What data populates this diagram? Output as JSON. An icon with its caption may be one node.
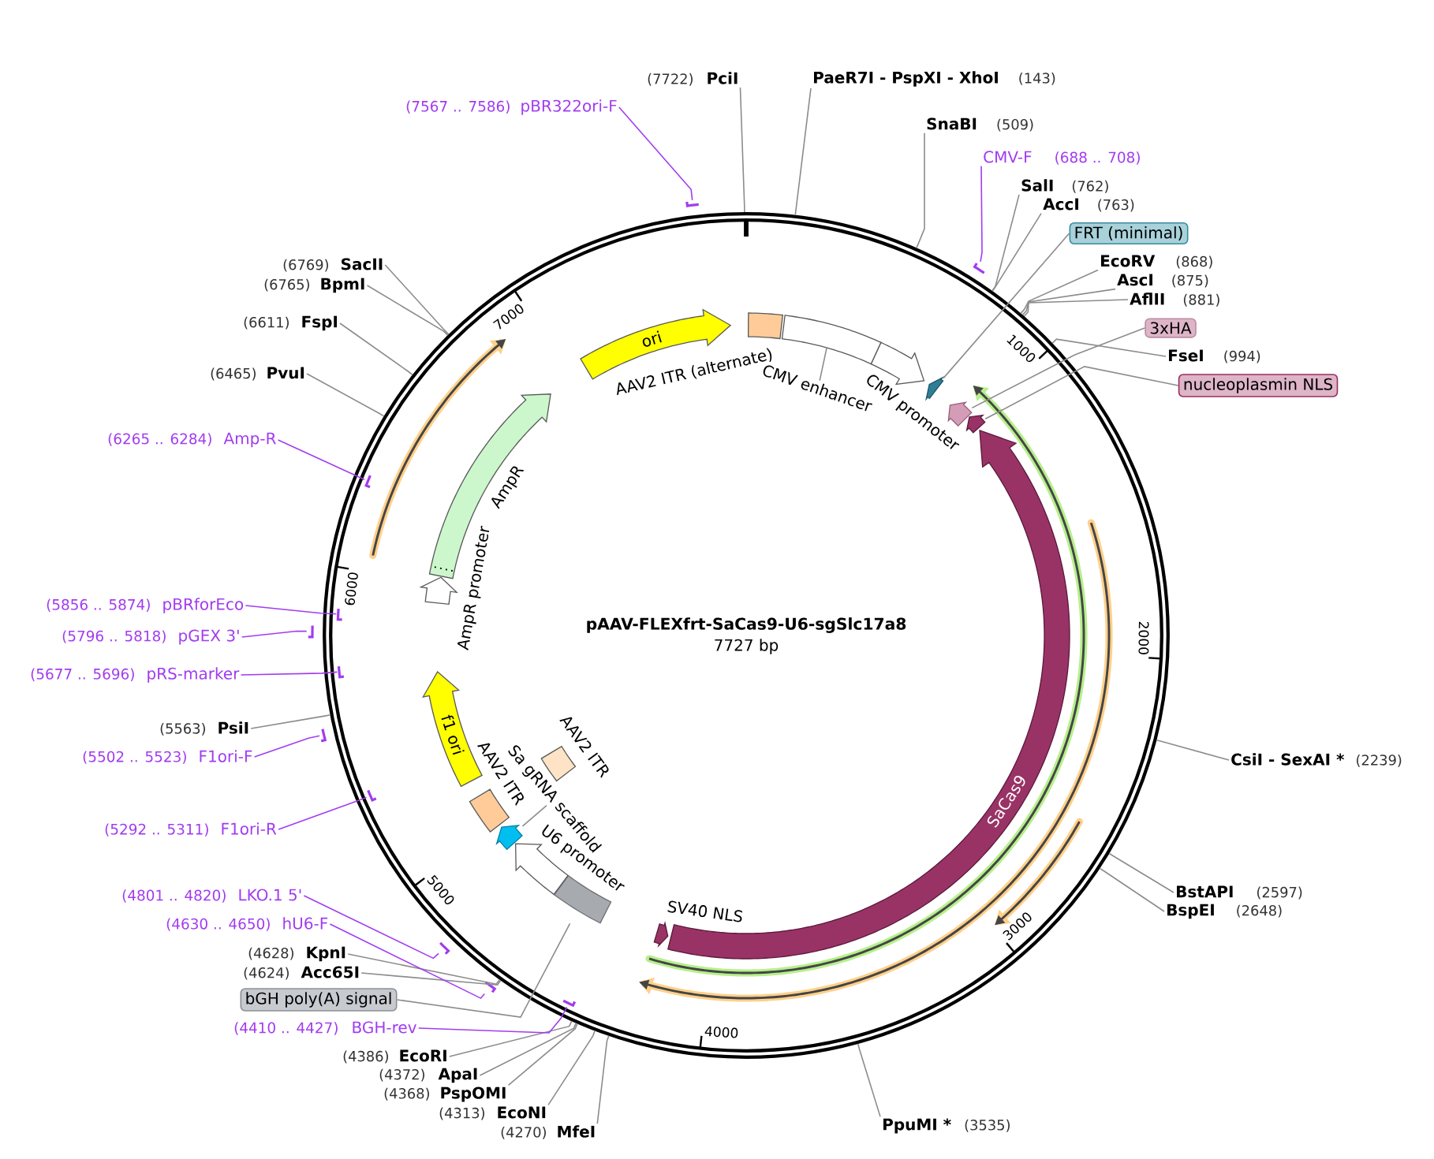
{
  "diagram": {
    "title": "pAAV-FLEXfrt-SaCas9-U6-sgSlc17a8",
    "nodes": [
      {
        "text": [],
        "shape": "circle"
      },
      {
        "text": [
          "(7722)",
          "PciI"
        ]
      },
      {
        "text": [
          "PaeR7I - PspXI - XhoI",
          "(143)"
        ]
      },
      {
        "text": [
          "SnaBI",
          "(509)"
        ]
      },
      {
        "text": [
          "CMV-F",
          "(688 .. 708)"
        ]
      },
      {
        "text": [
          "SalI",
          "(762)"
        ]
      },
      {
        "text": [
          "AccI",
          "(763)"
        ]
      },
      {
        "text": [
          "FRT (minimal)"
        ]
      },
      {
        "text": [
          "EcoRV",
          "(868)"
        ]
      },
      {
        "text": [
          "AscI",
          "(875)"
        ]
      },
      {
        "text": [
          "AflII",
          "(881)"
        ]
      },
      {
        "text": [
          "3xHA"
        ]
      },
      {
        "text": [
          "FseI",
          "(994)"
        ]
      },
      {
        "text": [
          "nucleoplasmin NLS"
        ]
      },
      {
        "text": [
          "CsiI - SexAI *",
          "(2239)"
        ]
      },
      {
        "text": [
          "BstAPI",
          "(2597)"
        ]
      },
      {
        "text": [
          "BspEI",
          "(2648)"
        ]
      },
      {
        "text": [
          "PpuMI *",
          "(3535)"
        ]
      },
      {
        "text": [
          "(4270)",
          "MfeI"
        ]
      },
      {
        "text": [
          "(4313)",
          "EcoNI"
        ]
      },
      {
        "text": [
          "(4368)",
          "PspOMI"
        ]
      },
      {
        "text": [
          "(4372)",
          "ApaI"
        ]
      },
      {
        "text": [
          "(4386)",
          "EcoRI"
        ]
      },
      {
        "text": [
          "(4410 .. 4427)",
          "BGH-rev"
        ]
      },
      {
        "text": [
          "bGH poly(A) signal"
        ]
      },
      {
        "text": [
          "(4624)",
          "Acc65I"
        ]
      },
      {
        "text": [
          "(4628)",
          "KpnI"
        ]
      },
      {
        "text": [
          "(4630 .. 4650)",
          "hU6-F"
        ]
      },
      {
        "text": [
          "(4801 .. 4820)",
          "LKO.1 5'"
        ]
      },
      {
        "text": [
          "(5292 .. 5311)",
          "F1ori-R"
        ]
      },
      {
        "text": [
          "(5502 .. 5523)",
          "F1ori-F"
        ]
      },
      {
        "text": [
          "(5563)",
          "PsiI"
        ]
      },
      {
        "text": [
          "(5677 .. 5696)",
          "pRS-marker"
        ]
      },
      {
        "text": [
          "(5796 .. 5818)",
          "pGEX 3'"
        ]
      },
      {
        "text": [
          "(5856 .. 5874)",
          "pBRforEco"
        ]
      },
      {
        "text": [
          "(6265 .. 6284)",
          "Amp-R"
        ]
      },
      {
        "text": [
          "(6465)",
          "PvuI"
        ]
      },
      {
        "text": [
          "(6611)",
          "FspI"
        ]
      },
      {
        "text": [
          "(6765)",
          "BpmI"
        ]
      },
      {
        "text": [
          "(6769)",
          "SacII"
        ]
      },
      {
        "text": [
          "(7567 .. 7586)",
          "pBR322ori-F"
        ]
      },
      {
        "text": [
          "AAV2 ITR (alternate)"
        ],
        "in": 0
      },
      {
        "text": [],
        "shape": "box",
        "in": 0
      },
      {
        "text": [
          "CMV enhancer"
        ],
        "in": 0
      },
      {
        "text": [
          "CMV promoter"
        ],
        "in": 0
      },
      {
        "text": [],
        "shape": "arrow",
        "in": 0
      },
      {
        "text": [],
        "shape": "arrow",
        "in": 0
      },
      {
        "text": [],
        "shape": "arrow",
        "in": 0
      },
      {
        "text": [
          "SaCas9"
        ],
        "in": 0
      },
      {
        "text": [
          "SV40 NLS"
        ],
        "in": 0
      },
      {
        "text": [],
        "shape": "box",
        "in": 0
      },
      {
        "text": [
          "U6 promoter"
        ],
        "in": 0
      },
      {
        "text": [],
        "shape": "arrow",
        "in": 0
      },
      {
        "text": [
          "Sa gRNA scaffold"
        ],
        "in": 0
      },
      {
        "text": [
          "AAV2 ITR"
        ],
        "in": 0
      },
      {
        "text": [
          "AAV2 ITR"
        ],
        "in": 0
      },
      {
        "text": [
          "f1 ori"
        ],
        "in": 0
      },
      {
        "text": [
          "AmpR promoter"
        ],
        "in": 0
      },
      {
        "text": [
          "AmpR"
        ],
        "in": 0
      },
      {
        "text": [
          "ori"
        ],
        "in": 0
      },
      {
        "text": [],
        "shape": "bar"
      },
      {
        "text": [],
        "shape": "bar",
        "in": 0
      },
      {
        "text": [],
        "shape": "bar"
      },
      {
        "text": [],
        "shape": "bar"
      },
      {
        "text": [],
        "shape": "bar",
        "in": 0
      },
      {
        "text": [],
        "shape": "bar"
      },
      {
        "text": [],
        "shape": "bar",
        "in": 0
      },
      {
        "text": [],
        "shape": "bar"
      },
      {
        "text": [],
        "shape": "bar",
        "in": 0
      },
      {
        "text": [],
        "shape": "bar",
        "in": 0
      },
      {
        "text": [],
        "shape": "bar"
      }
    ],
    "edges": [
      {
        "from": 1,
        "to": 0,
        "arrow": "none"
      },
      {
        "from": 2,
        "to": 0,
        "arrow": "none"
      },
      {
        "from": 3,
        "to": 0,
        "arrow": "none"
      },
      {
        "from": 4,
        "to": 60,
        "arrow": "none",
        "color": "#a23cf0"
      },
      {
        "from": 5,
        "to": 0,
        "arrow": "none"
      },
      {
        "from": 6,
        "to": 0,
        "arrow": "none"
      },
      {
        "from": 7,
        "to": 45,
        "arrow": "none"
      },
      {
        "from": 8,
        "to": 0,
        "arrow": "none"
      },
      {
        "from": 9,
        "to": 0,
        "arrow": "none"
      },
      {
        "from": 10,
        "to": 0,
        "arrow": "none"
      },
      {
        "from": 11,
        "to": 46,
        "arrow": "none"
      },
      {
        "from": 12,
        "to": 0,
        "arrow": "none"
      },
      {
        "from": 13,
        "to": 47,
        "arrow": "none"
      },
      {
        "from": 14,
        "to": 0,
        "arrow": "none"
      },
      {
        "from": 15,
        "to": 0,
        "arrow": "none"
      },
      {
        "from": 16,
        "to": 0,
        "arrow": "none"
      },
      {
        "from": 17,
        "to": 0,
        "arrow": "none"
      },
      {
        "from": 18,
        "to": 0,
        "arrow": "none"
      },
      {
        "from": 19,
        "to": 0,
        "arrow": "none"
      },
      {
        "from": 20,
        "to": 0,
        "arrow": "none"
      },
      {
        "from": 21,
        "to": 0,
        "arrow": "none"
      },
      {
        "from": 22,
        "to": 0,
        "arrow": "none"
      },
      {
        "from": 23,
        "to": 61,
        "arrow": "none",
        "color": "#a23cf0"
      },
      {
        "from": 24,
        "to": 50,
        "arrow": "none"
      },
      {
        "from": 25,
        "to": 0,
        "arrow": "none"
      },
      {
        "from": 26,
        "to": 0,
        "arrow": "none"
      },
      {
        "from": 27,
        "to": 62,
        "arrow": "none",
        "color": "#a23cf0"
      },
      {
        "from": 28,
        "to": 63,
        "arrow": "none",
        "color": "#a23cf0"
      },
      {
        "from": 29,
        "to": 64,
        "arrow": "none",
        "color": "#a23cf0"
      },
      {
        "from": 30,
        "to": 65,
        "arrow": "none",
        "color": "#a23cf0"
      },
      {
        "from": 31,
        "to": 0,
        "arrow": "none"
      },
      {
        "from": 32,
        "to": 66,
        "arrow": "none",
        "color": "#a23cf0"
      },
      {
        "from": 33,
        "to": 67,
        "arrow": "none",
        "color": "#a23cf0"
      },
      {
        "from": 34,
        "to": 68,
        "arrow": "none",
        "color": "#a23cf0"
      },
      {
        "from": 35,
        "to": 69,
        "arrow": "none",
        "color": "#a23cf0"
      },
      {
        "from": 36,
        "to": 0,
        "arrow": "none"
      },
      {
        "from": 37,
        "to": 0,
        "arrow": "none"
      },
      {
        "from": 38,
        "to": 0,
        "arrow": "none"
      },
      {
        "from": 39,
        "to": 0,
        "arrow": "none"
      },
      {
        "from": 40,
        "to": 70,
        "arrow": "none",
        "color": "#a23cf0"
      },
      {
        "from": 43,
        "to": 42,
        "arrow": "none"
      },
      {
        "from": 53,
        "to": 52,
        "arrow": "none"
      }
    ],
    "labels": [
      "7727 bp",
      "1000",
      "2000",
      "3000",
      "4000",
      "5000",
      "6000",
      "7000"
    ]
  }
}
